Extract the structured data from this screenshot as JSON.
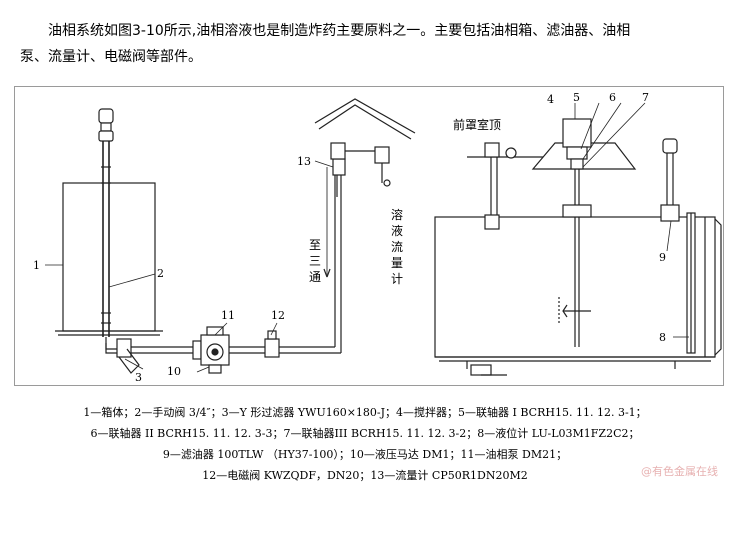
{
  "intro": {
    "line1": "油相系统如图3-10所示,油相溶液也是制造炸药主要原料之一。主要包括油相箱、滤油器、油相",
    "line2": "泵、流量计、电磁阀等部件。"
  },
  "diagram": {
    "labels": {
      "n1": "1",
      "n2": "2",
      "n3": "3",
      "n4": "4",
      "n5": "5",
      "n6": "6",
      "n7": "7",
      "n8": "8",
      "n9": "9",
      "n10": "10",
      "n11": "11",
      "n12": "12",
      "n13": "13",
      "front_room_top": "前罩室顶",
      "to_tee": [
        "至",
        "三",
        "通"
      ],
      "solution_flowmeter": [
        "溶",
        "液",
        "流",
        "量",
        "计"
      ]
    }
  },
  "caption": {
    "lines": [
      "1—箱体；2—手动阀 3/4″；3—Y 形过滤器 YWU160×180-J；4—搅拌器；5—联轴器 I BCRH15. 11. 12. 3-1；",
      "6—联轴器 II BCRH15. 11. 12. 3-3；7—联轴器III BCRH15. 11. 12. 3-2；8—液位计 LU-L03M1FZ2C2；",
      "9—滤油器 100TLW （HY37-100）；10—液压马达 DM1；11—油相泵 DM21；",
      "12—电磁阀 KWZQDF，DN20；13—流量计 CP50R1DN20M2"
    ]
  },
  "watermark": "@有色金属在线"
}
